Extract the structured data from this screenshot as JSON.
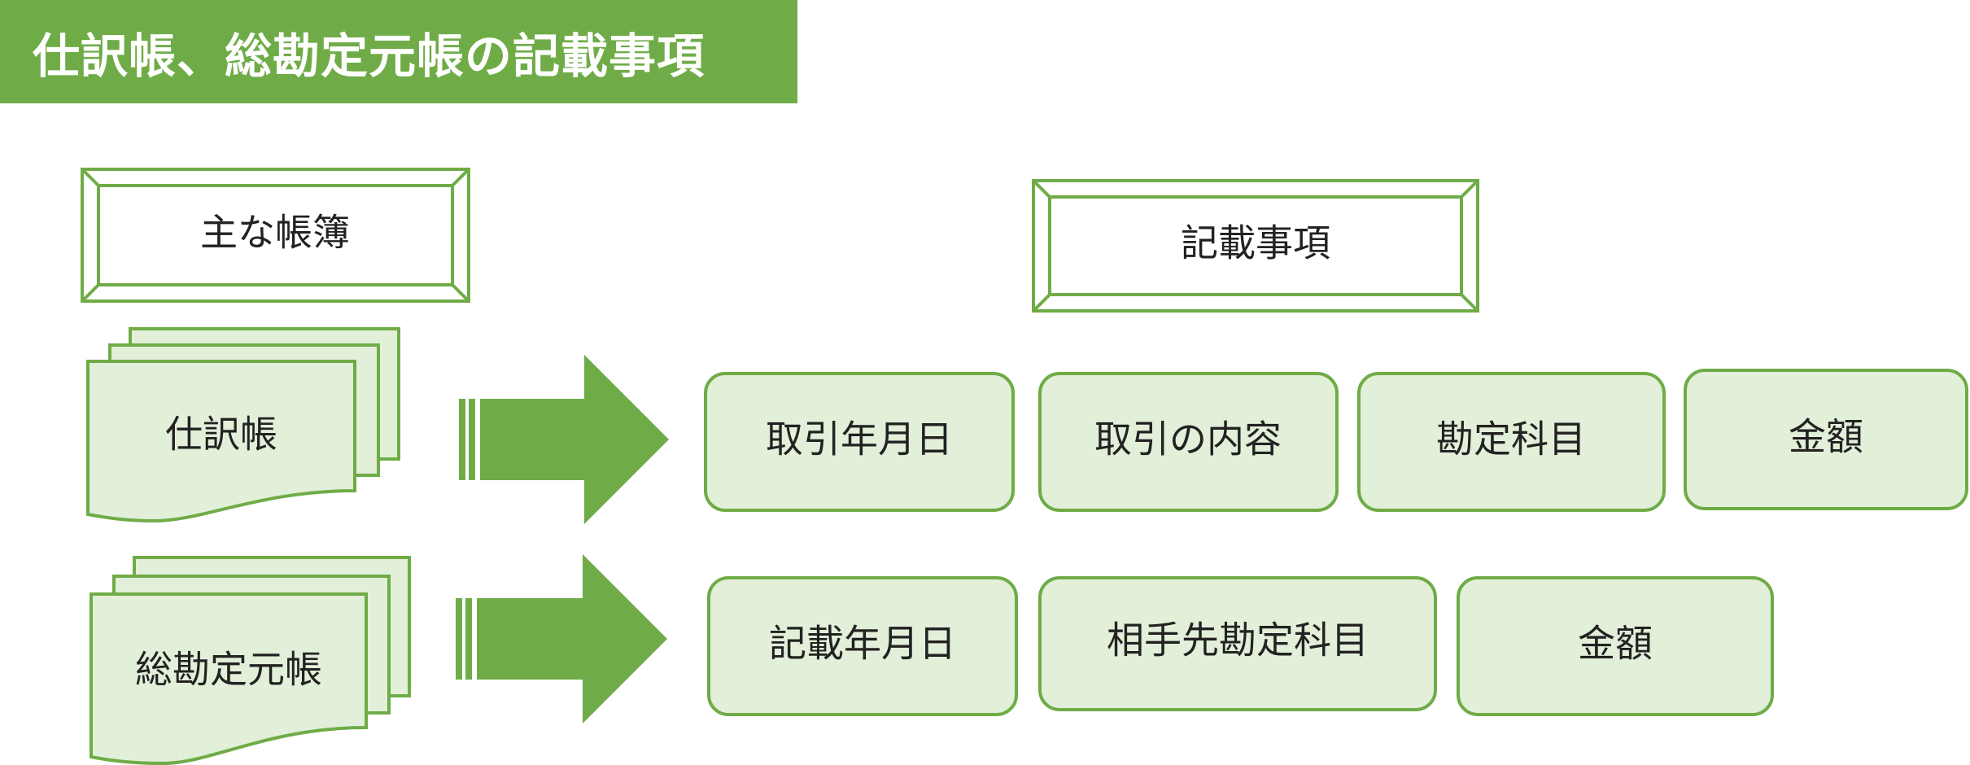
{
  "title": "仕訳帳、総勘定元帳の記載事項",
  "colors": {
    "accent": "#6fac47",
    "fill_light": "#e2efd9",
    "text": "#222222"
  },
  "headers": {
    "books": "主な帳簿",
    "items": "記載事項"
  },
  "rows": [
    {
      "book": "仕訳帳",
      "items": [
        "取引年月日",
        "取引の内容",
        "勘定科目",
        "金額"
      ]
    },
    {
      "book": "総勘定元帳",
      "items": [
        "記載年月日",
        "相手先勘定科目",
        "金額"
      ]
    }
  ]
}
